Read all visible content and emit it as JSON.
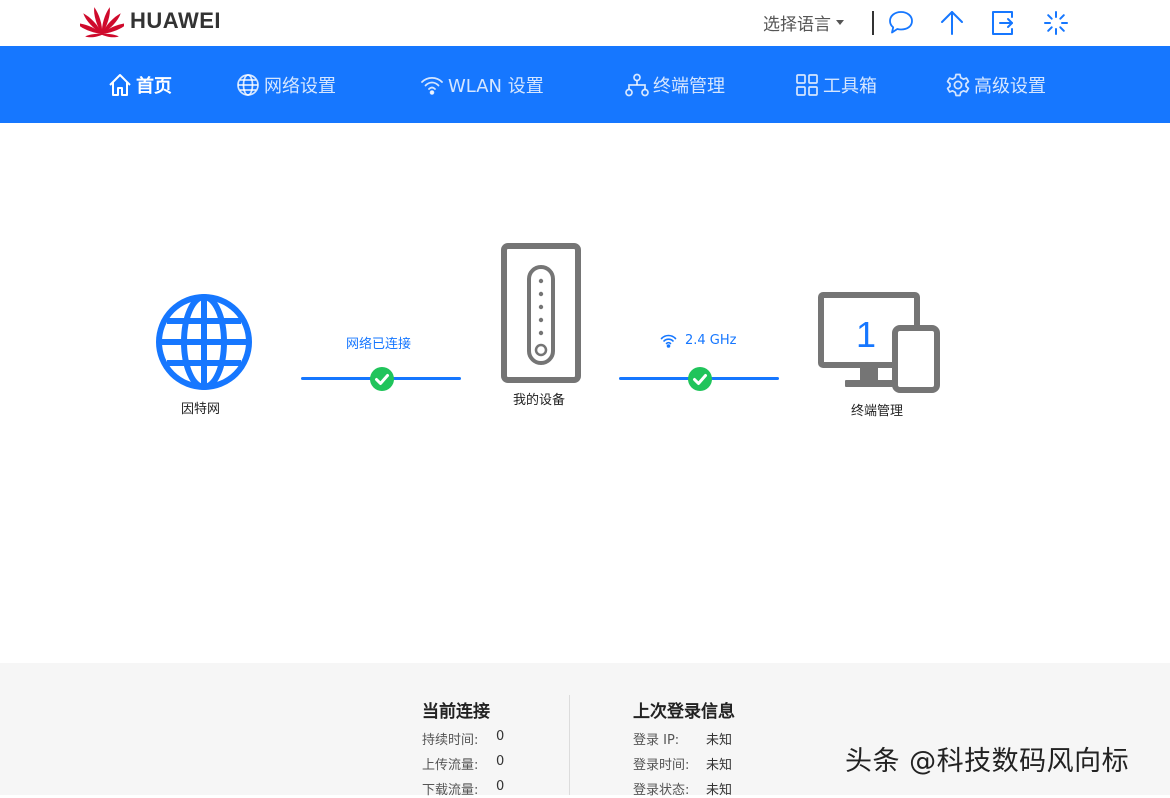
{
  "header": {
    "brand": "HUAWEI",
    "language_label": "选择语言",
    "icons": [
      "chat-bubble-icon",
      "upgrade-arrow-icon",
      "logout-icon",
      "loading-spinner-icon"
    ]
  },
  "nav": {
    "items": [
      {
        "label": "首页",
        "icon": "home-icon",
        "active": true
      },
      {
        "label": "网络设置",
        "icon": "globe-icon"
      },
      {
        "label": "WLAN 设置",
        "icon": "wifi-icon"
      },
      {
        "label": "终端管理",
        "icon": "topology-icon"
      },
      {
        "label": "工具箱",
        "icon": "grid-icon"
      },
      {
        "label": "高级设置",
        "icon": "gear-icon"
      }
    ]
  },
  "topology": {
    "internet_label": "因特网",
    "wan_status": "网络已连接",
    "device_label": "我的设备",
    "wifi_band": "2.4 GHz",
    "terminal_count": "1",
    "terminal_label": "终端管理"
  },
  "current_connection": {
    "title": "当前连接",
    "rows": [
      {
        "label": "持续时间:",
        "value": "0"
      },
      {
        "label": "上传流量:",
        "value": "0"
      },
      {
        "label": "下载流量:",
        "value": "0"
      }
    ]
  },
  "last_login": {
    "title": "上次登录信息",
    "rows": [
      {
        "label": "登录 IP:",
        "value": "未知"
      },
      {
        "label": "登录时间:",
        "value": "未知"
      },
      {
        "label": "登录状态:",
        "value": "未知"
      }
    ]
  },
  "watermark": "头条 @科技数码风向标",
  "colors": {
    "primary": "#1677ff",
    "success": "#20c45b",
    "device_gray": "#757575",
    "brand_red": "#cf0a2c"
  }
}
